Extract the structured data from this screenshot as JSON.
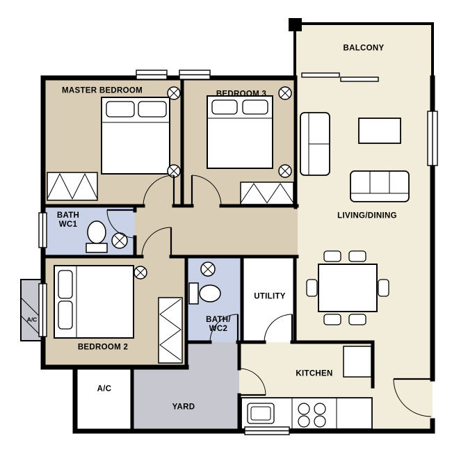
{
  "plan": {
    "labels": {
      "balcony": "BALCONY",
      "master_bedroom": "MASTER BEDROOM",
      "bedroom3": "BEDROOM 3",
      "living_dining": "LIVING/DINING",
      "bath1_line1": "BATH",
      "bath1_line2": "WC1",
      "bedroom2": "BEDROOM 2",
      "bath2_line1": "BATH/",
      "bath2_line2": "WC2",
      "utility": "UTILITY",
      "ac_side": "A/C",
      "ac_bottom": "A/C",
      "yard": "YARD",
      "kitchen": "KITCHEN"
    },
    "colors": {
      "bedroom_floor": "#d9cdb6",
      "bath_floor": "#c9d2e6",
      "living_floor": "#f2ecda",
      "service_floor": "#c7c7d0",
      "wall": "#000000",
      "background": "#ffffff"
    }
  }
}
